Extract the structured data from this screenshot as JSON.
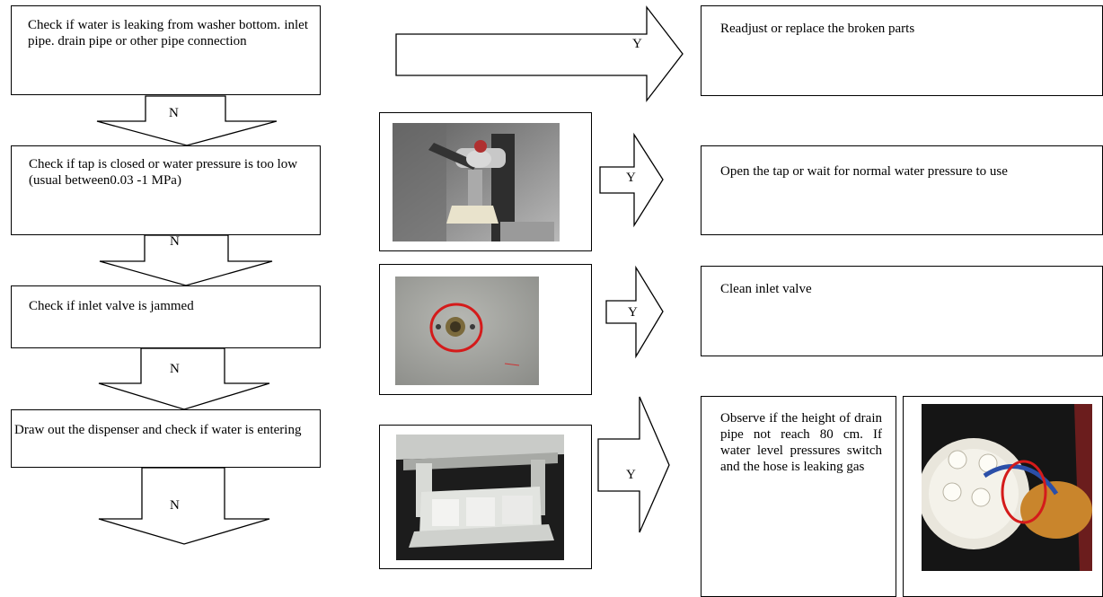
{
  "steps": [
    {
      "check": "Check if water is leaking from washer bottom. inlet pipe. drain pipe or other pipe connection",
      "yes_label": "Y",
      "no_label": "N",
      "action": "Readjust or replace the broken parts"
    },
    {
      "check": "Check if tap is closed or water pressure is too low (usual between0.03 -1 MPa)",
      "yes_label": "Y",
      "no_label": "N",
      "action": "Open the tap or wait for normal water pressure to use"
    },
    {
      "check": "Check if inlet valve is jammed",
      "yes_label": "Y",
      "no_label": "N",
      "action": "Clean inlet valve"
    },
    {
      "check": "Draw out the dispenser and check if water is entering",
      "yes_label": "Y",
      "no_label": "N",
      "action": "Observe if the height of drain pipe not reach 80 cm. If water level pressures switch and the hose is leaking gas"
    }
  ],
  "photos": {
    "tap": "photo of water tap",
    "inlet_valve": "photo of inlet valve with red circle",
    "dispenser": "photo of dispenser drawer",
    "pressure_switch": "photo of water level pressure switch with red circle"
  }
}
